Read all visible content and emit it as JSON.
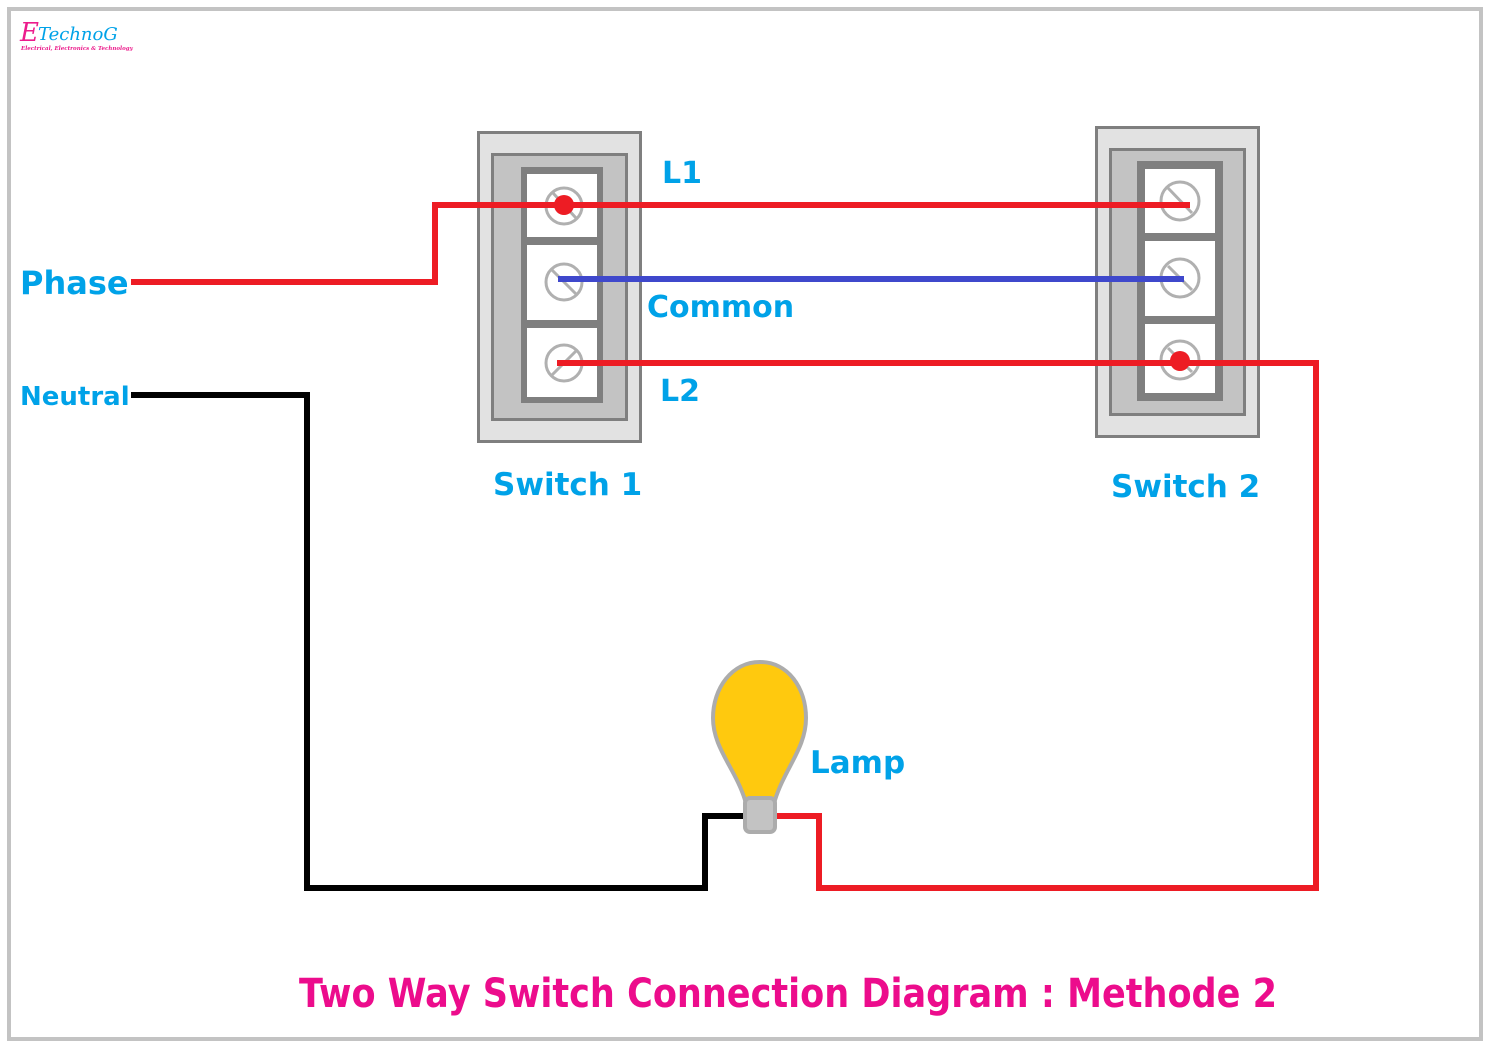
{
  "logo": {
    "letter": "E",
    "name": "TechnoG",
    "tagline": "Electrical, Electronics & Technology",
    "letter_color": "#ec1c8c",
    "name_color": "#00a2e8",
    "tagline_color": "#ec1c8c"
  },
  "labels": {
    "phase": "Phase",
    "neutral": "Neutral",
    "l1": "L1",
    "common": "Common",
    "l2": "L2",
    "switch1": "Switch 1",
    "switch2": "Switch 2",
    "lamp": "Lamp"
  },
  "title": "Two Way Switch Connection Diagram : Methode 2",
  "colors": {
    "label": "#00a2e8",
    "title": "#ec0c8c",
    "phase_wire": "#ed1c24",
    "common_wire": "#3f48cc",
    "neutral_wire": "#000000",
    "lamp_bulb": "#ffc90e",
    "switch_outer": "#e2e2e2",
    "switch_mid": "#c3c3c3",
    "switch_border": "#7f7f7f",
    "screw": "#b0b0b0"
  },
  "switches": [
    {
      "name": "Switch 1",
      "terminals": [
        "L1",
        "Common",
        "L2"
      ],
      "connected_terminals": [
        "L1",
        "L2"
      ]
    },
    {
      "name": "Switch 2",
      "terminals": [
        "L1",
        "Common",
        "L2"
      ],
      "connected_terminals": [
        "L2"
      ]
    }
  ]
}
